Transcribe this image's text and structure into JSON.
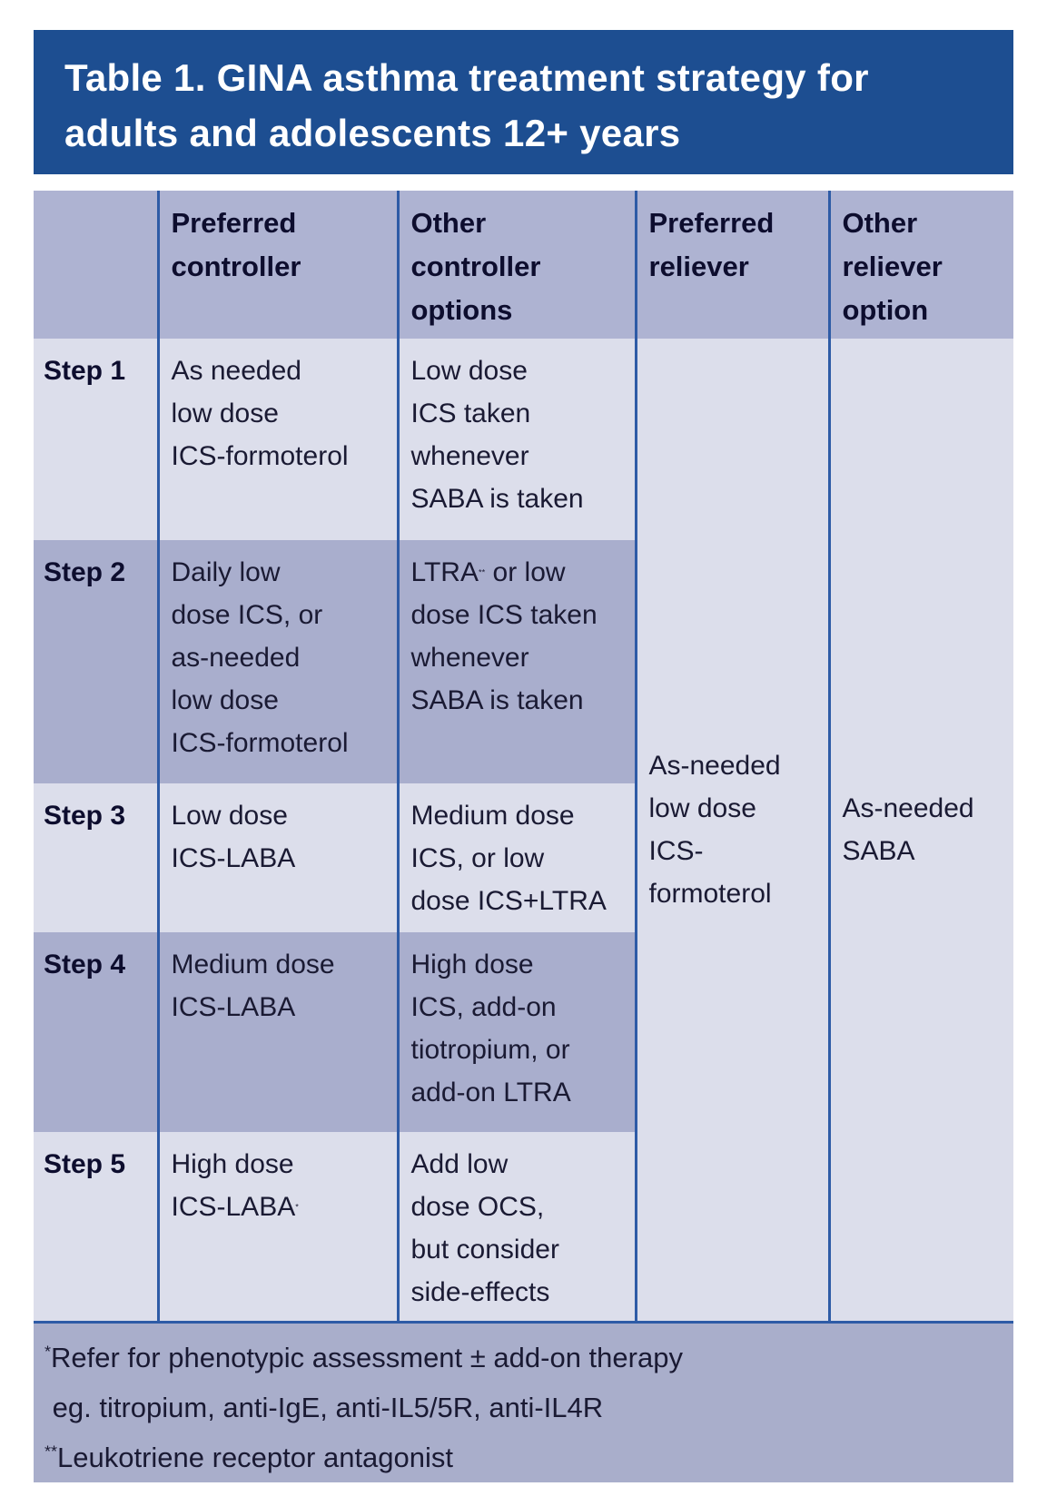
{
  "title": "Table 1. GINA asthma treatment strategy for\nadults and adolescents 12+ years",
  "colors": {
    "title_bg": "#1d4e91",
    "header_bg": "#aeb3d2",
    "row_light": "#dcdeeb",
    "row_dark": "#a9aecd",
    "footer_bg": "#a9aecb",
    "divider_blue": "#2e5ba6",
    "text": "#1a1a33",
    "title_text": "#ffffff"
  },
  "table": {
    "headers": [
      "",
      "Preferred\ncontroller",
      "Other\ncontroller\noptions",
      "Preferred\nreliever",
      "Other\nreliever\noption"
    ],
    "rows": [
      {
        "step": "Step 1",
        "preferred_controller": {
          "pre": "As needed\nlow dose\nICS-formoterol",
          "sup": "",
          "post": ""
        },
        "other_controller": {
          "pre": "Low dose\nICS taken\nwhenever\nSABA is taken",
          "sup": "",
          "post": ""
        }
      },
      {
        "step": "Step 2",
        "preferred_controller": {
          "pre": "Daily low\ndose ICS, or\nas-needed\nlow dose\nICS-formoterol",
          "sup": "",
          "post": ""
        },
        "other_controller": {
          "pre": "LTRA",
          "sup": "**",
          "post": " or low\ndose ICS taken\nwhenever\nSABA is taken"
        }
      },
      {
        "step": "Step 3",
        "preferred_controller": {
          "pre": "Low dose\nICS-LABA",
          "sup": "",
          "post": ""
        },
        "other_controller": {
          "pre": "Medium dose\nICS, or low\ndose ICS+LTRA",
          "sup": "",
          "post": ""
        }
      },
      {
        "step": "Step 4",
        "preferred_controller": {
          "pre": "Medium dose\nICS-LABA",
          "sup": "",
          "post": ""
        },
        "other_controller": {
          "pre": "High dose\nICS, add-on\ntiotropium, or\nadd-on LTRA",
          "sup": "",
          "post": ""
        }
      },
      {
        "step": "Step 5",
        "preferred_controller": {
          "pre": "High dose\nICS-LABA",
          "sup": "*",
          "post": ""
        },
        "other_controller": {
          "pre": "Add low\ndose OCS,\nbut consider\nside-effects",
          "sup": "",
          "post": ""
        }
      }
    ],
    "preferred_reliever": "As-needed\nlow dose\nICS-\nformoterol",
    "other_reliever": "As-needed\nSABA"
  },
  "footnotes": [
    {
      "sup": "*",
      "text": "Refer for phenotypic assessment ± add-on therapy"
    },
    {
      "sup": "",
      "text": " eg. titropium, anti-IgE, anti-IL5/5R, anti-IL4R"
    },
    {
      "sup": "**",
      "text": "Leukotriene receptor antagonist"
    }
  ]
}
